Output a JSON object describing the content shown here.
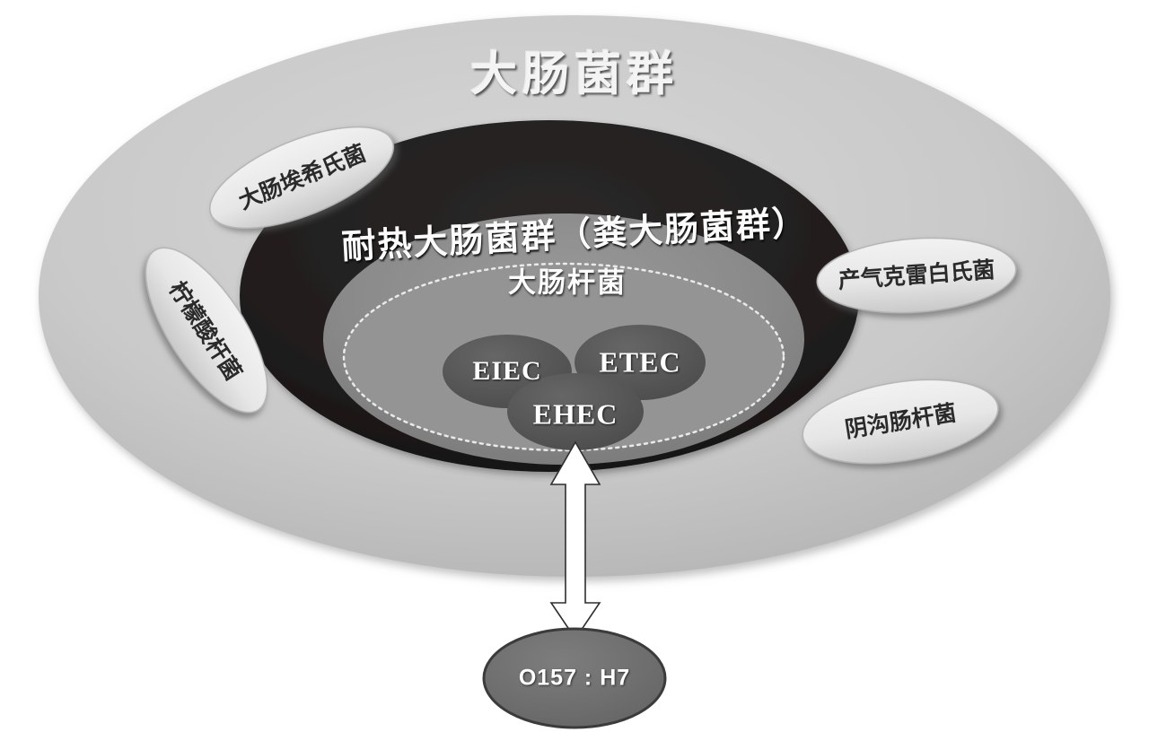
{
  "figure": {
    "kind": "nested-venn-diagram",
    "background_color": "#ffffff"
  },
  "outer": {
    "label": "大肠菌群",
    "fill_color": "#c6c6c6",
    "text_color": "#f4f4f4"
  },
  "middle_ring": {
    "label": "耐热大肠菌群（粪大肠菌群）",
    "fill_color": "#221f1f",
    "text_color": "#fbfbfb"
  },
  "inner_ellipse": {
    "label": "大肠杆菌",
    "fill_color": "#8b8b8b",
    "text_color": "#fdfdfd",
    "border_style": "dotted",
    "border_color": "#e8e8e8"
  },
  "strains": [
    {
      "label": "EIEC",
      "fill_color": "#5a5a5a",
      "text_color": "#ffffff"
    },
    {
      "label": "ETEC",
      "fill_color": "#5a5a5a",
      "text_color": "#ffffff"
    },
    {
      "label": "EHEC",
      "fill_color": "#5a5a5a",
      "text_color": "#ffffff"
    }
  ],
  "genus_pods": [
    {
      "label": "大肠埃希氏菌",
      "fill_color": "#e4e4e4",
      "text_color": "#2a2a2a",
      "angle_deg": -22
    },
    {
      "label": "柠檬酸杆菌",
      "fill_color": "#ececec",
      "text_color": "#2a2a2a",
      "angle_deg": 57
    },
    {
      "label": "产气克雷白氏菌",
      "fill_color": "#e9e9e9",
      "text_color": "#2a2a2a",
      "angle_deg": -4
    },
    {
      "label": "阴沟肠杆菌",
      "fill_color": "#ededed",
      "text_color": "#2a2a2a",
      "angle_deg": -9
    }
  ],
  "serotype": {
    "label": "O157 : H7",
    "fill_color": "#6e6e6e",
    "text_color": "#ffffff",
    "stroke_color": "#3b3b3b"
  },
  "connector": {
    "kind": "double-headed-arrow",
    "fill_color": "#ffffff",
    "stroke_color": "#2e2e2e"
  }
}
